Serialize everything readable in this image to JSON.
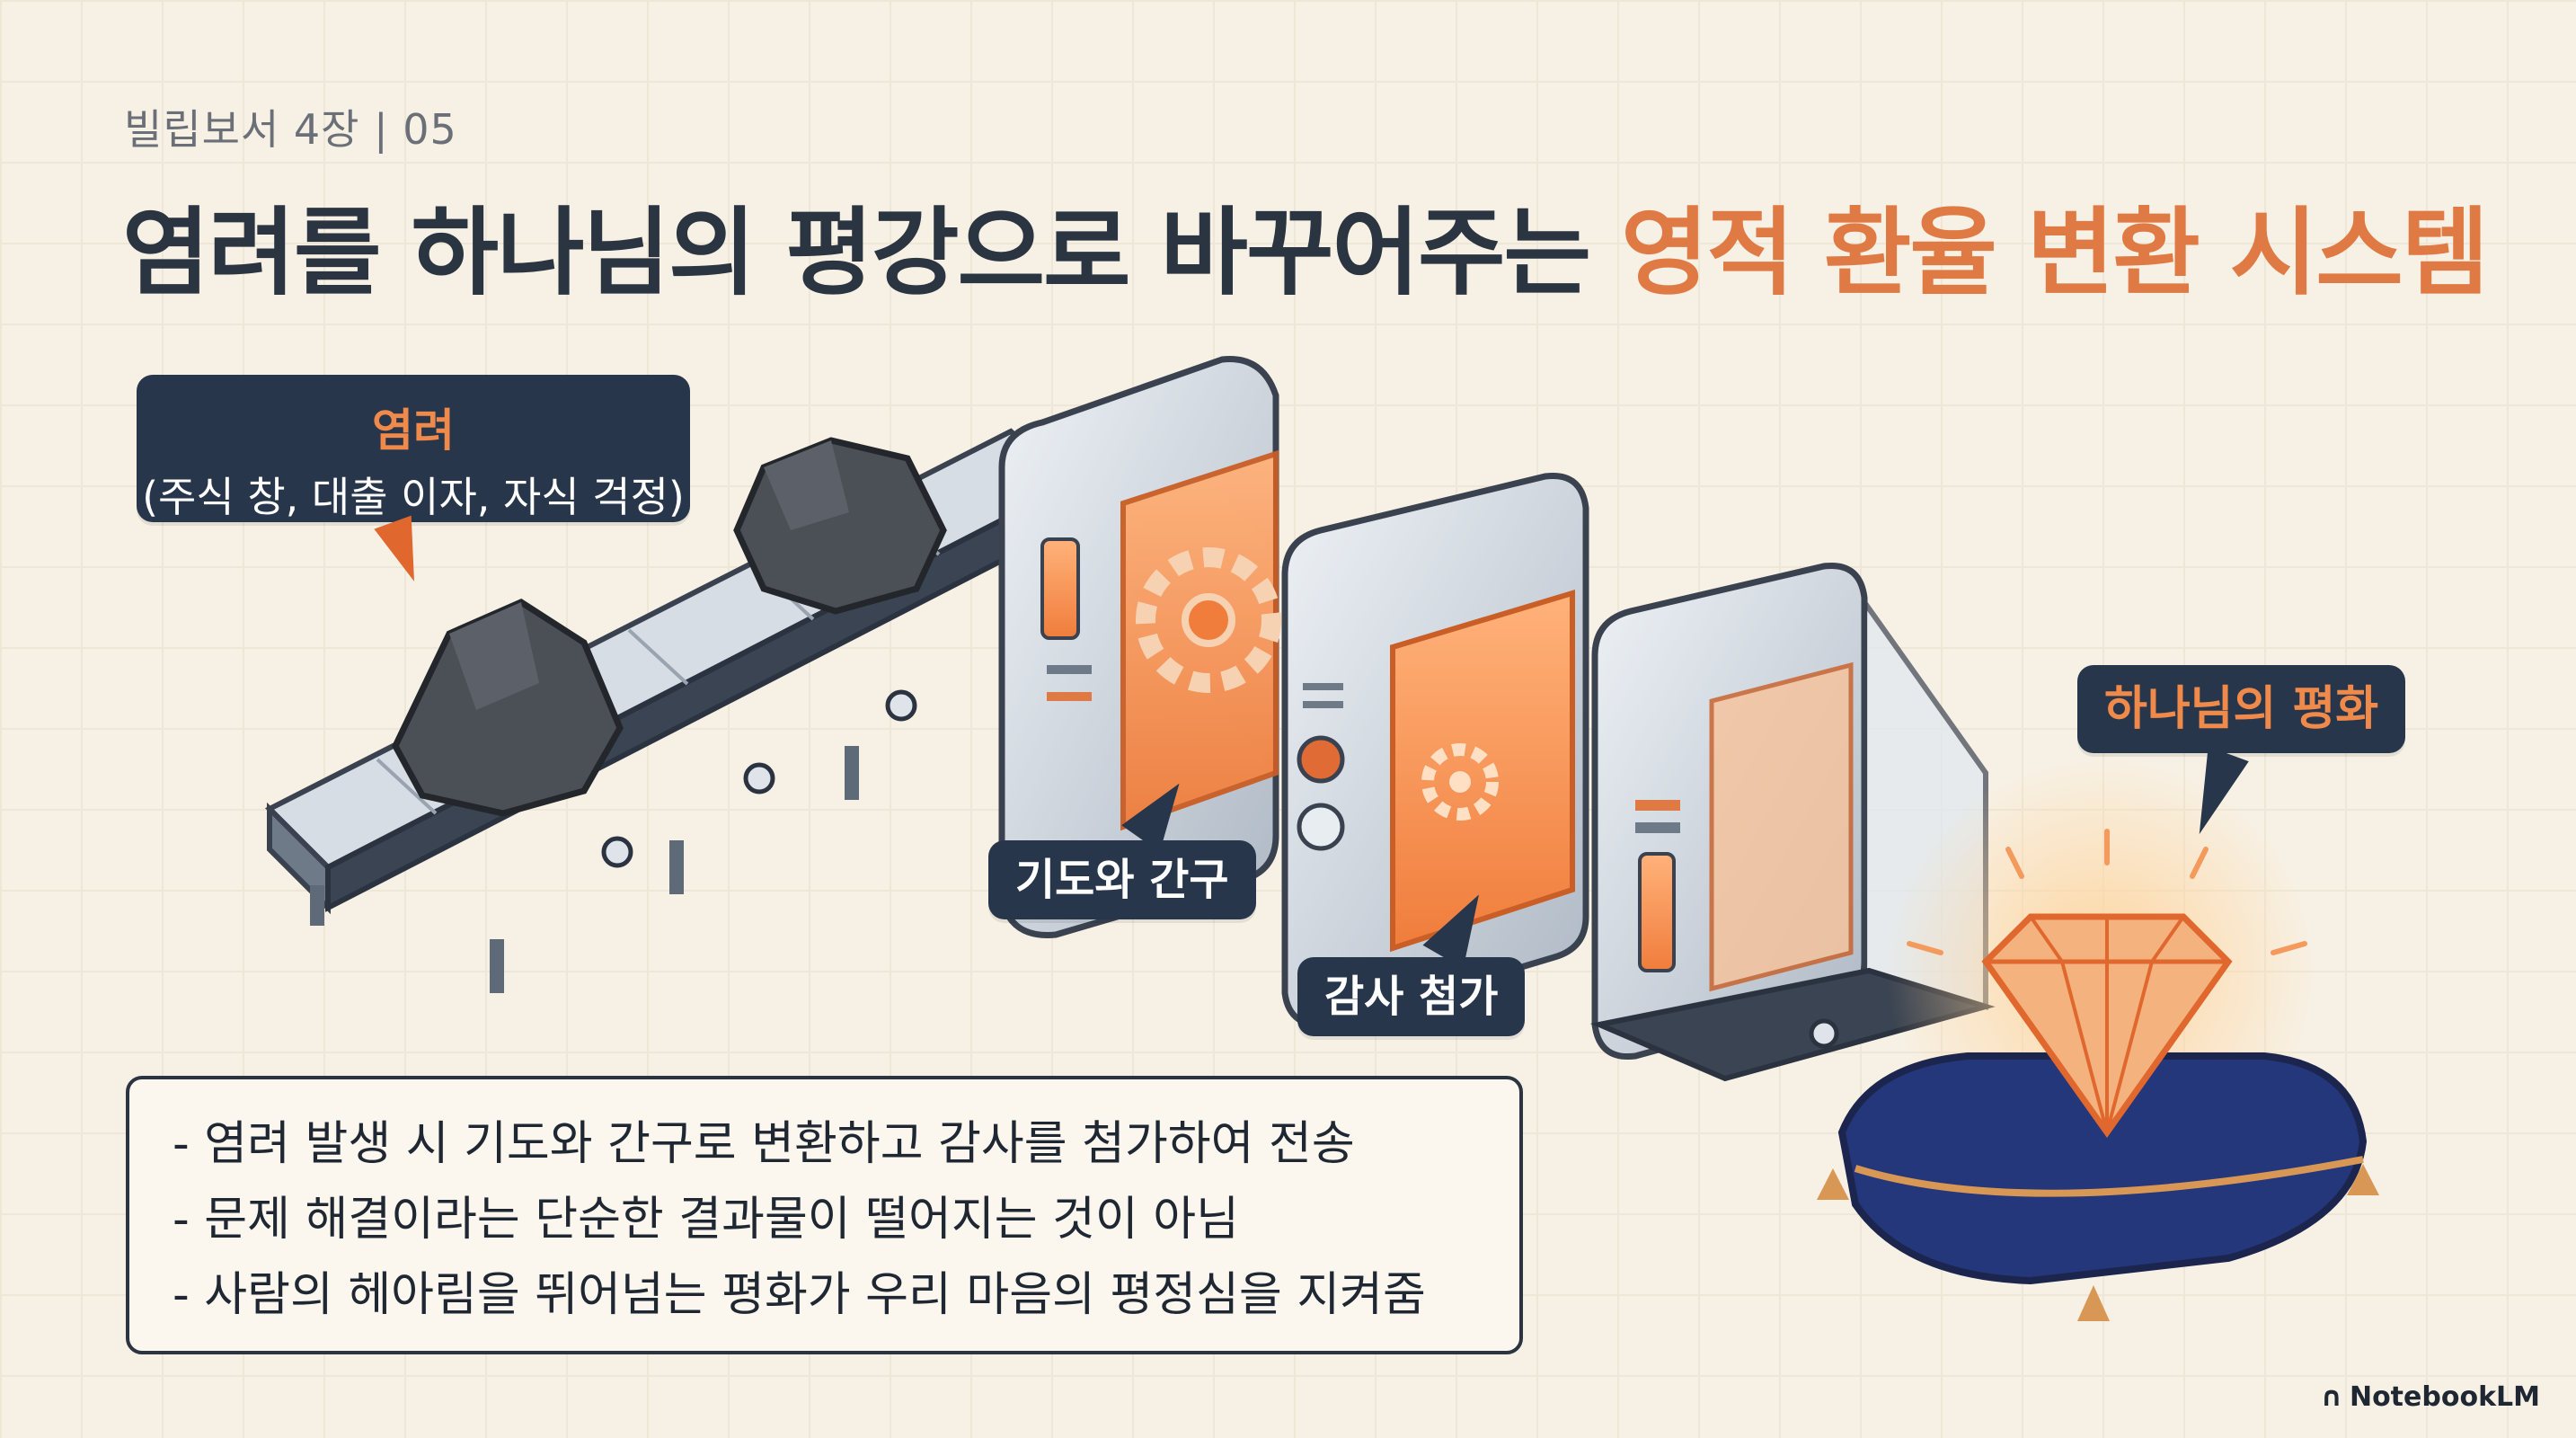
{
  "header": {
    "kicker": "빌립보서 4장 | 05",
    "title_main": "염려를 하나님의 평강으로 바꾸어주는 ",
    "title_highlight": "영적 환율 변환 시스템"
  },
  "labels": {
    "worry_title": "염려",
    "worry_subtitle": "(주식 창, 대출 이자, 자식 걱정)",
    "prayer": "기도와 간구",
    "thanks": "감사 첨가",
    "peace": "하나님의 평화"
  },
  "notes": [
    "- 염려 발생 시 기도와 간구로 변환하고 감사를 첨가하여 전송",
    "- 문제 해결이라는 단순한 결과물이 떨어지는 것이 아님",
    "- 사람의 헤아림을 뛰어넘는 평화가 우리 마음의 평정심을 지켜줌"
  ],
  "brand": {
    "logo_text": "NotebookLM"
  },
  "colors": {
    "accent": "#e07a45",
    "navy": "#27364b",
    "background": "#f7f1e5",
    "machine_glow": "#f39a5c",
    "cushion": "#24377a"
  }
}
